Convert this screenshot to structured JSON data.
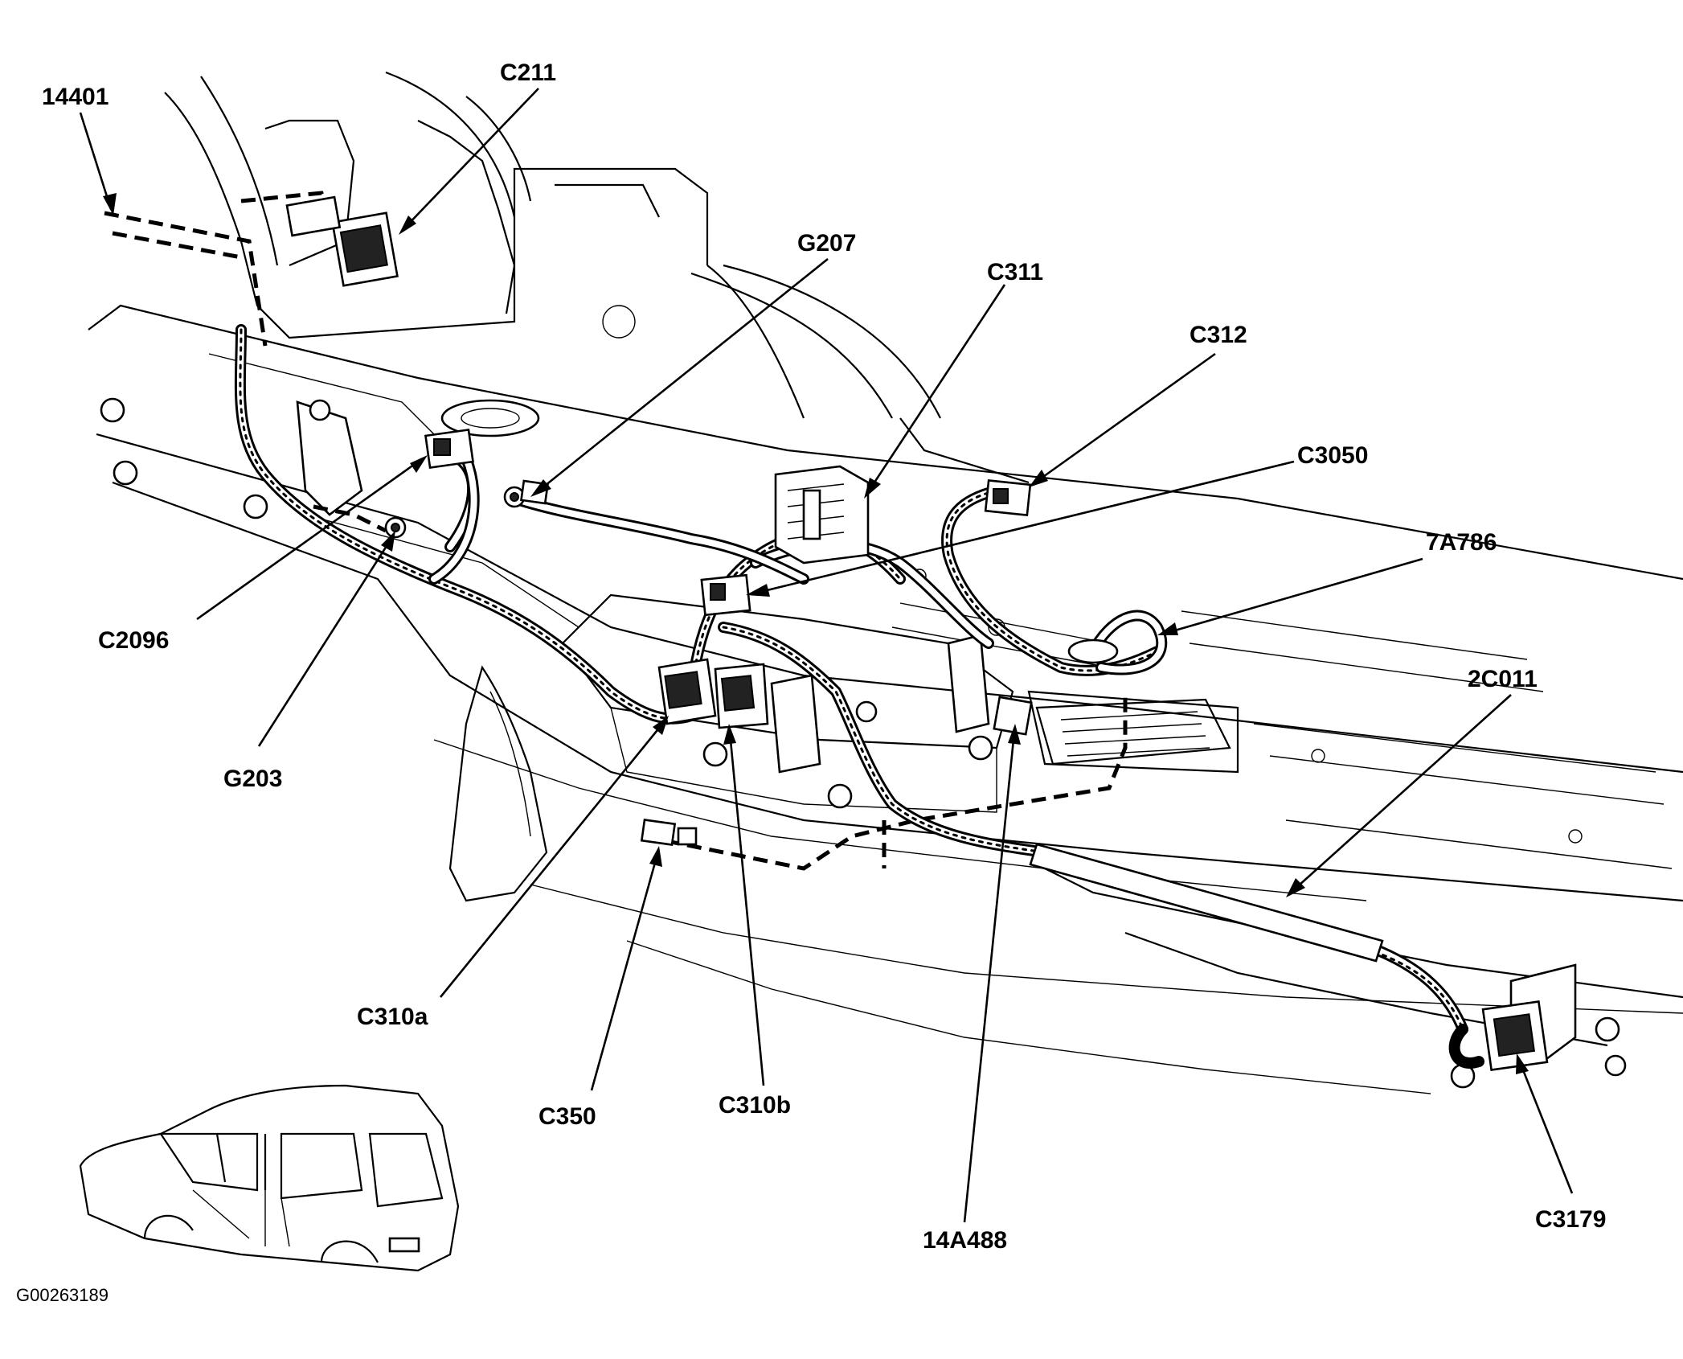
{
  "figure_id": "G00263189",
  "callouts": [
    {
      "key": "c211",
      "label": "C211"
    },
    {
      "key": "part_14401",
      "label": "14401"
    },
    {
      "key": "g207",
      "label": "G207"
    },
    {
      "key": "c311",
      "label": "C311"
    },
    {
      "key": "c312",
      "label": "C312"
    },
    {
      "key": "c3050",
      "label": "C3050"
    },
    {
      "key": "part_7a786",
      "label": "7A786"
    },
    {
      "key": "c2096",
      "label": "C2096"
    },
    {
      "key": "part_2c011",
      "label": "2C011"
    },
    {
      "key": "g203",
      "label": "G203"
    },
    {
      "key": "c310a",
      "label": "C310a"
    },
    {
      "key": "c350",
      "label": "C350"
    },
    {
      "key": "c310b",
      "label": "C310b"
    },
    {
      "key": "part_14a488",
      "label": "14A488"
    },
    {
      "key": "c3179",
      "label": "C3179"
    }
  ]
}
